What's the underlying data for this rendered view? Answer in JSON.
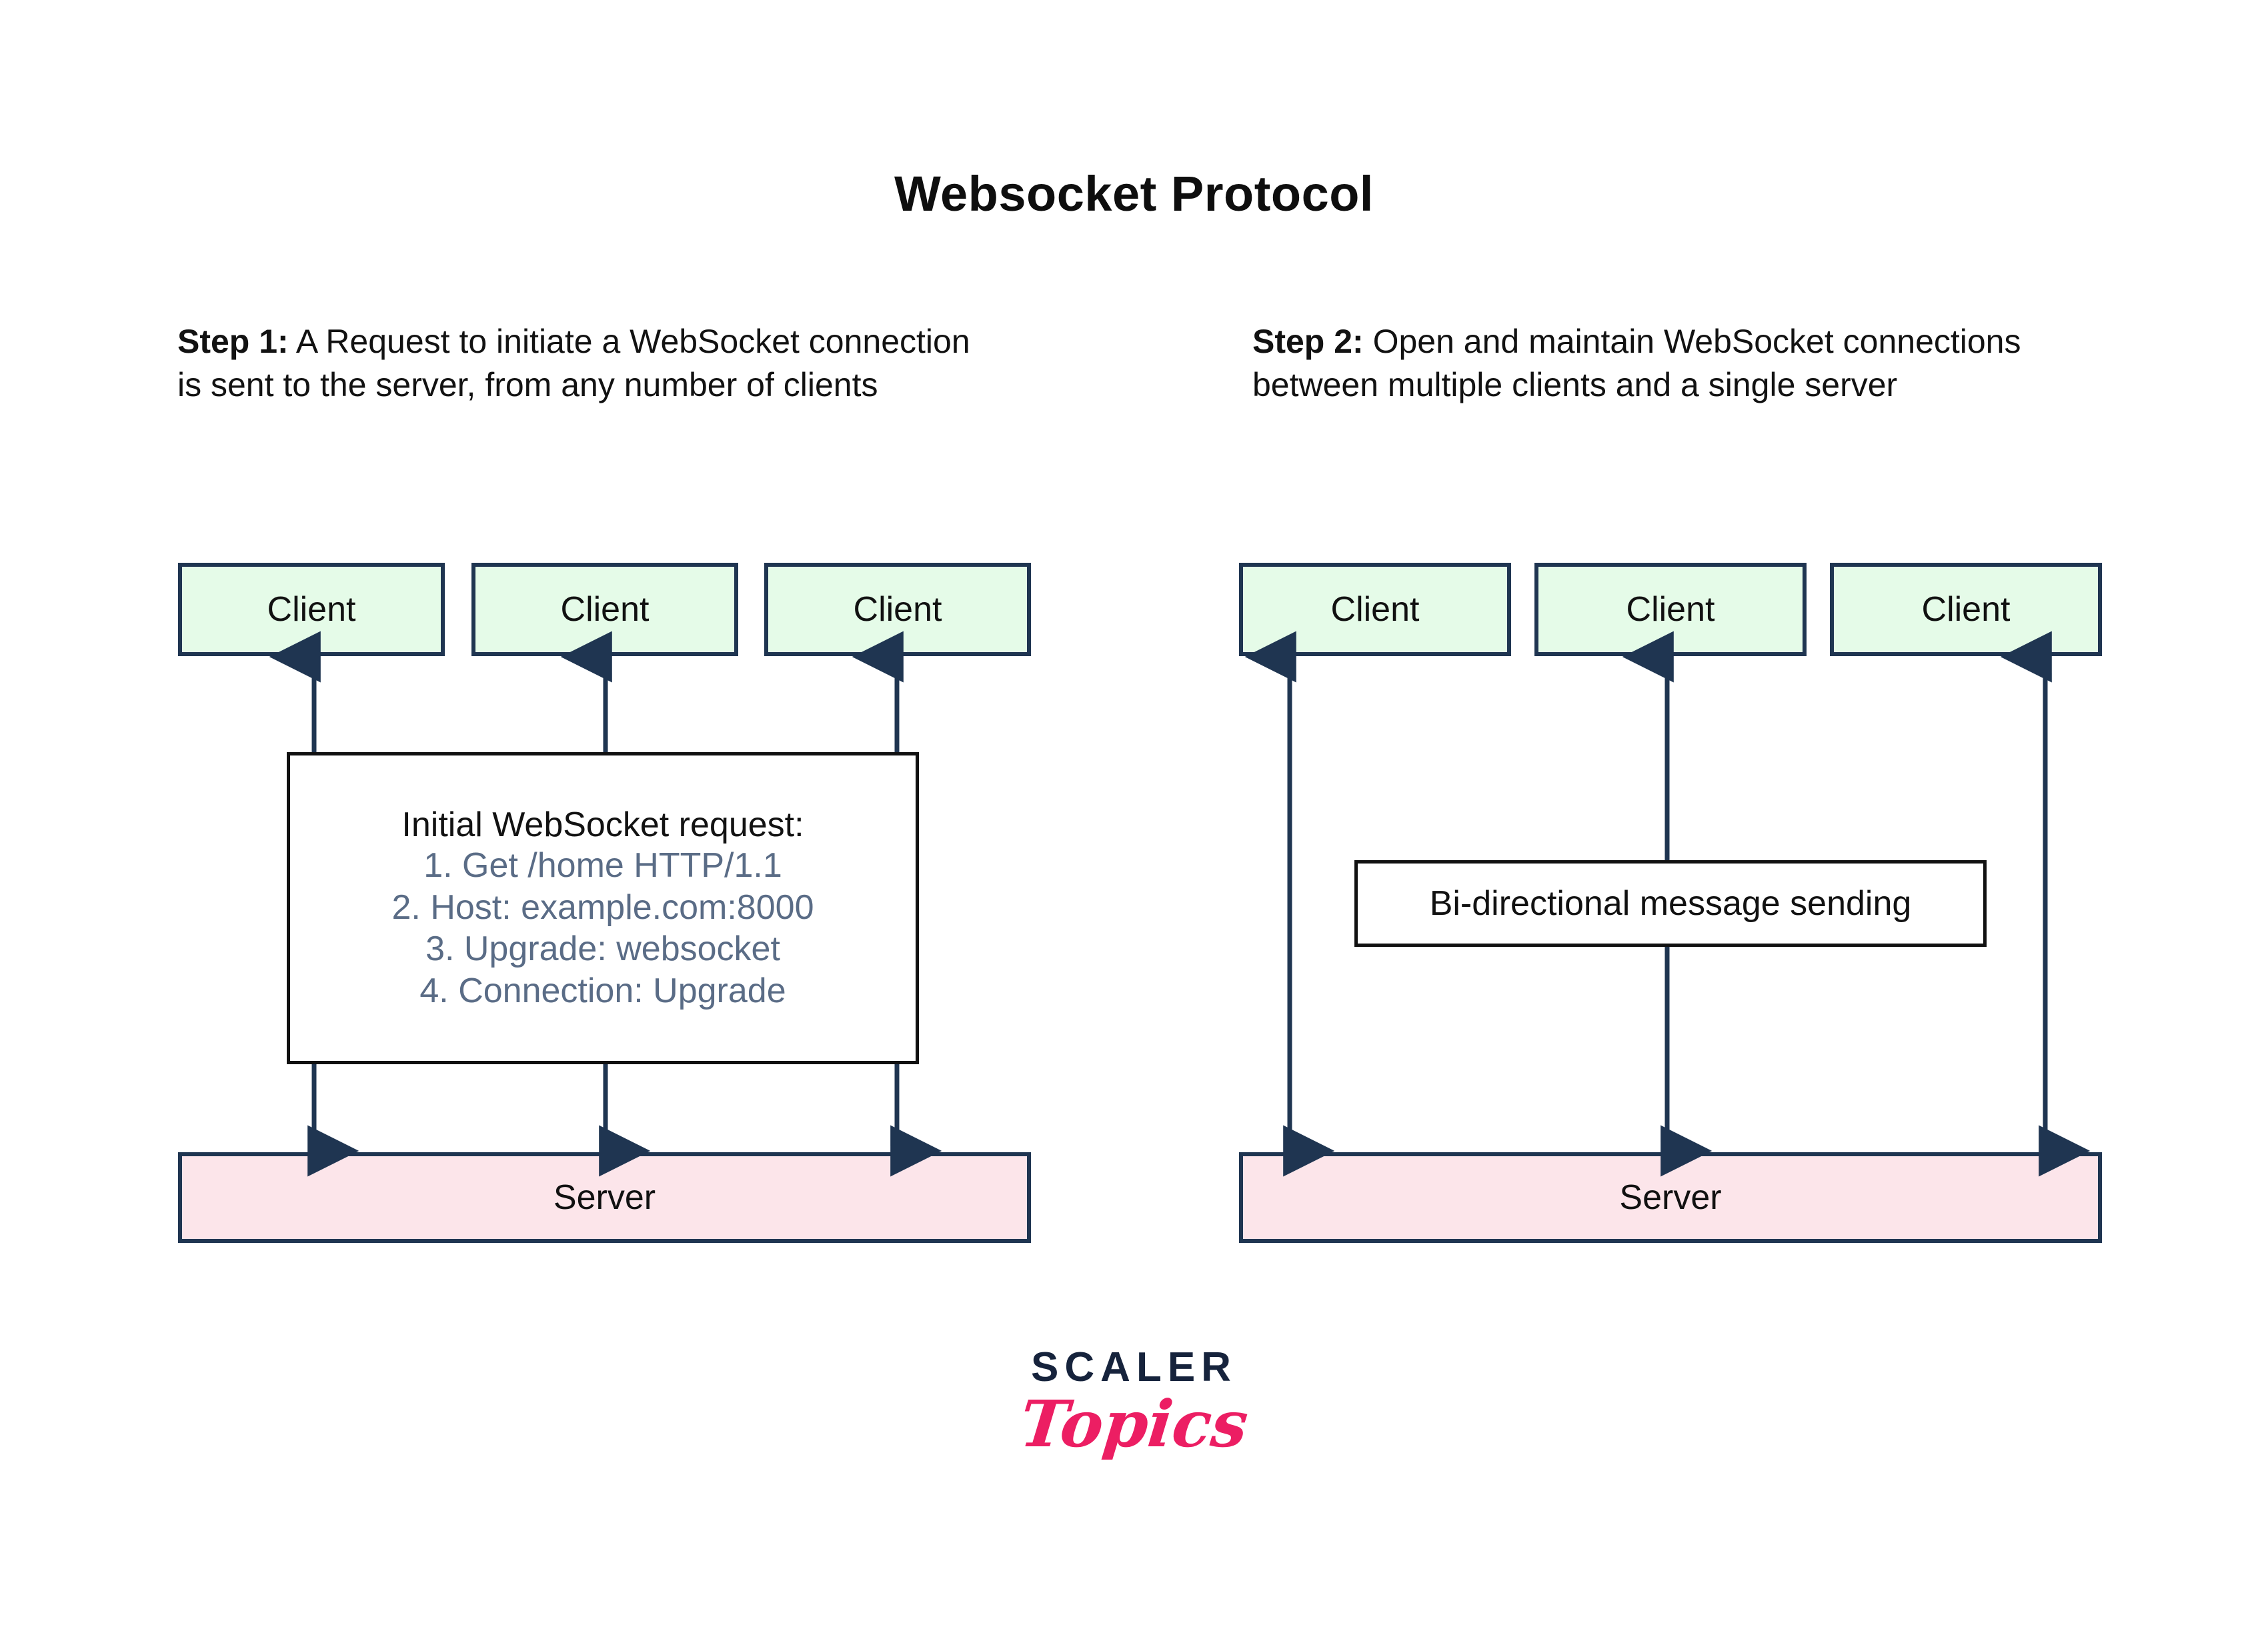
{
  "page": {
    "title": "Websocket Protocol",
    "background": "#ffffff"
  },
  "colors": {
    "client_fill": "#e5fbe8",
    "server_fill": "#fce5ea",
    "node_border": "#1f3551",
    "arrow": "#1f3551",
    "info_border": "#111111",
    "info_line_text": "#5a6c86",
    "logo_dark": "#16233c",
    "logo_pink": "#ec1e63"
  },
  "steps": [
    {
      "id": "step1",
      "lead": "Step 1:",
      "text": " A Request to initiate a WebSocket connection is sent to the server, from any number of clients",
      "clients": [
        {
          "label": "Client"
        },
        {
          "label": "Client"
        },
        {
          "label": "Client"
        }
      ],
      "server": {
        "label": "Server"
      },
      "info_box": {
        "title": "Initial WebSocket request:",
        "lines": [
          "1. Get /home HTTP/1.1",
          "2. Host: example.com:8000",
          "3. Upgrade: websocket",
          "4. Connection: Upgrade"
        ]
      }
    },
    {
      "id": "step2",
      "lead": "Step 2:",
      "text": " Open and maintain WebSocket connections between multiple clients and a single server",
      "clients": [
        {
          "label": "Client"
        },
        {
          "label": "Client"
        },
        {
          "label": "Client"
        }
      ],
      "server": {
        "label": "Server"
      },
      "info_box": {
        "title": "Bi-directional message sending",
        "lines": []
      }
    }
  ],
  "logo": {
    "primary": "SCALER",
    "secondary": "Topics"
  }
}
